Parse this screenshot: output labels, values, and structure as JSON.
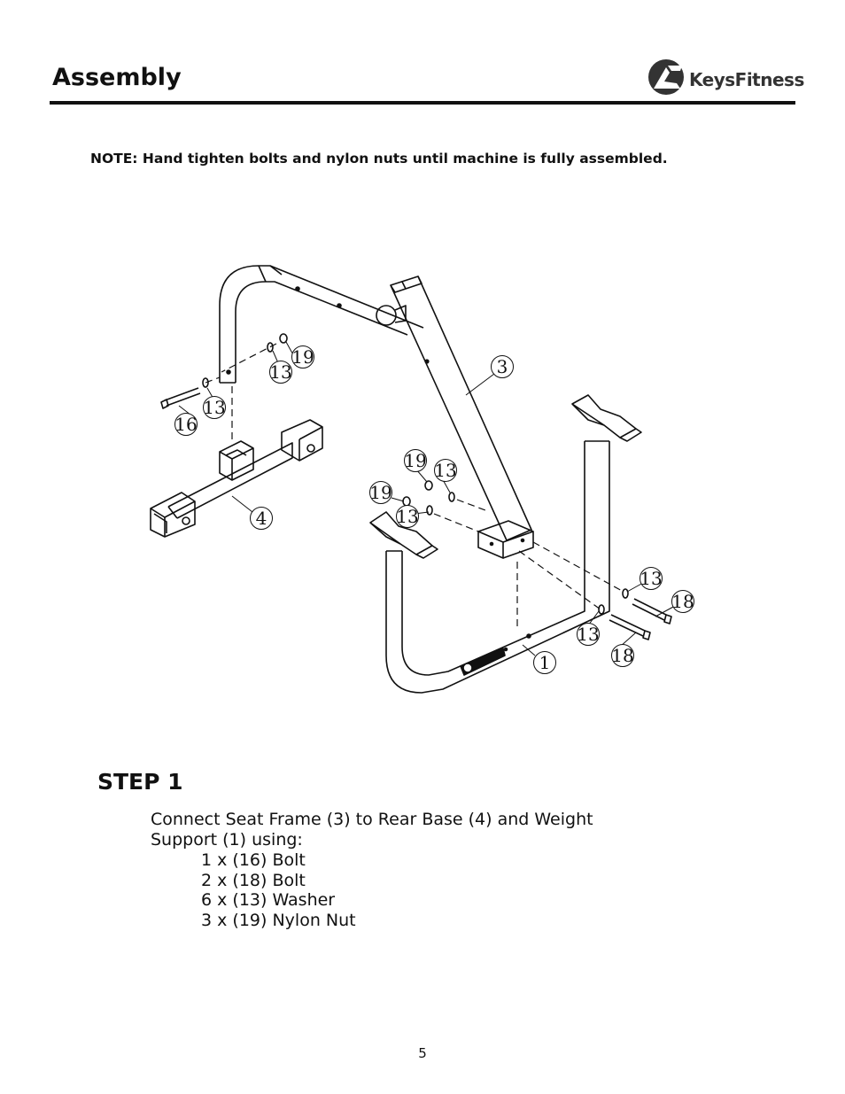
{
  "header": {
    "title": "Assembly",
    "logo_text": "KeysFitness"
  },
  "note": "NOTE:  Hand tighten bolts and nylon nuts until machine is fully assembled.",
  "diagram": {
    "callouts": [
      "3",
      "19",
      "13",
      "16",
      "13",
      "4",
      "19",
      "13",
      "19",
      "13",
      "13",
      "18",
      "13",
      "18",
      "1"
    ]
  },
  "step": {
    "title": "STEP 1",
    "instruction_line1": "Connect Seat Frame (3) to Rear Base (4) and Weight",
    "instruction_line2": "Support (1) using:",
    "parts": [
      "1 x (16) Bolt",
      "2 x (18) Bolt",
      "6 x (13) Washer",
      "3 x (19) Nylon Nut"
    ]
  },
  "footer": {
    "page_number": "5"
  }
}
